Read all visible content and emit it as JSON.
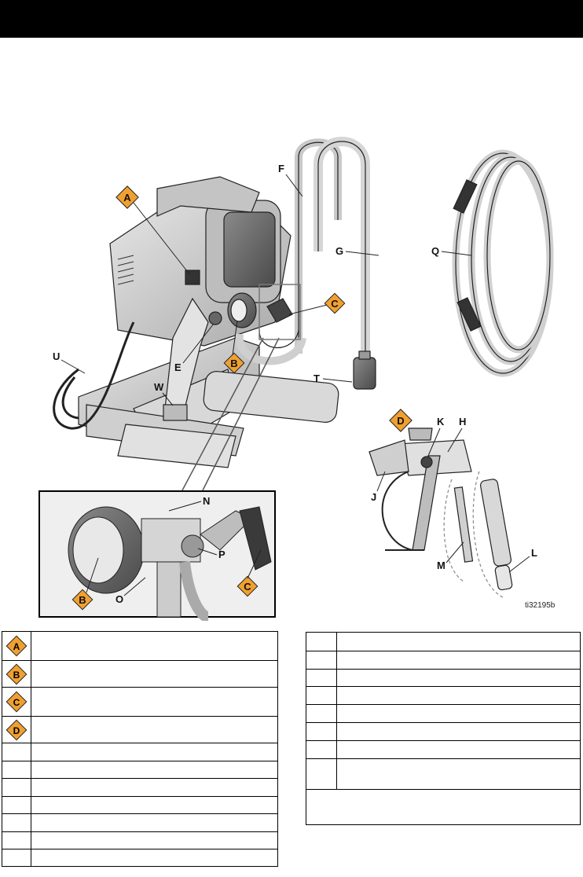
{
  "figure": {
    "id_label": "ti32195b",
    "callouts": {
      "A": "A",
      "B": "B",
      "C": "C",
      "D": "D",
      "E": "E",
      "F": "F",
      "G": "G",
      "H": "H",
      "J": "J",
      "K": "K",
      "L": "L",
      "M": "M",
      "N": "N",
      "O": "O",
      "P": "P",
      "Q": "Q",
      "T": "T",
      "U": "U",
      "W": "W",
      "B_inset": "B",
      "C_inset": "C"
    }
  },
  "legend_left": {
    "warning_rows": [
      {
        "key": "A",
        "text": ""
      },
      {
        "key": "B",
        "text": ""
      },
      {
        "key": "C",
        "text": ""
      },
      {
        "key": "D",
        "text": ""
      }
    ],
    "plain_rows": [
      {
        "key": "",
        "text": ""
      },
      {
        "key": "",
        "text": ""
      },
      {
        "key": "",
        "text": ""
      },
      {
        "key": "",
        "text": ""
      },
      {
        "key": "",
        "text": ""
      },
      {
        "key": "",
        "text": ""
      },
      {
        "key": "",
        "text": ""
      }
    ]
  },
  "legend_right": {
    "rows": [
      {
        "key": "",
        "text": ""
      },
      {
        "key": "",
        "text": ""
      },
      {
        "key": "",
        "text": ""
      },
      {
        "key": "",
        "text": ""
      },
      {
        "key": "",
        "text": ""
      },
      {
        "key": "",
        "text": ""
      },
      {
        "key": "",
        "text": ""
      },
      {
        "key": "",
        "text": ""
      }
    ],
    "note": ""
  },
  "colors": {
    "warning_orange": "#f0a030",
    "line_gray": "#555555",
    "body_gray": "#cfcfcf"
  }
}
